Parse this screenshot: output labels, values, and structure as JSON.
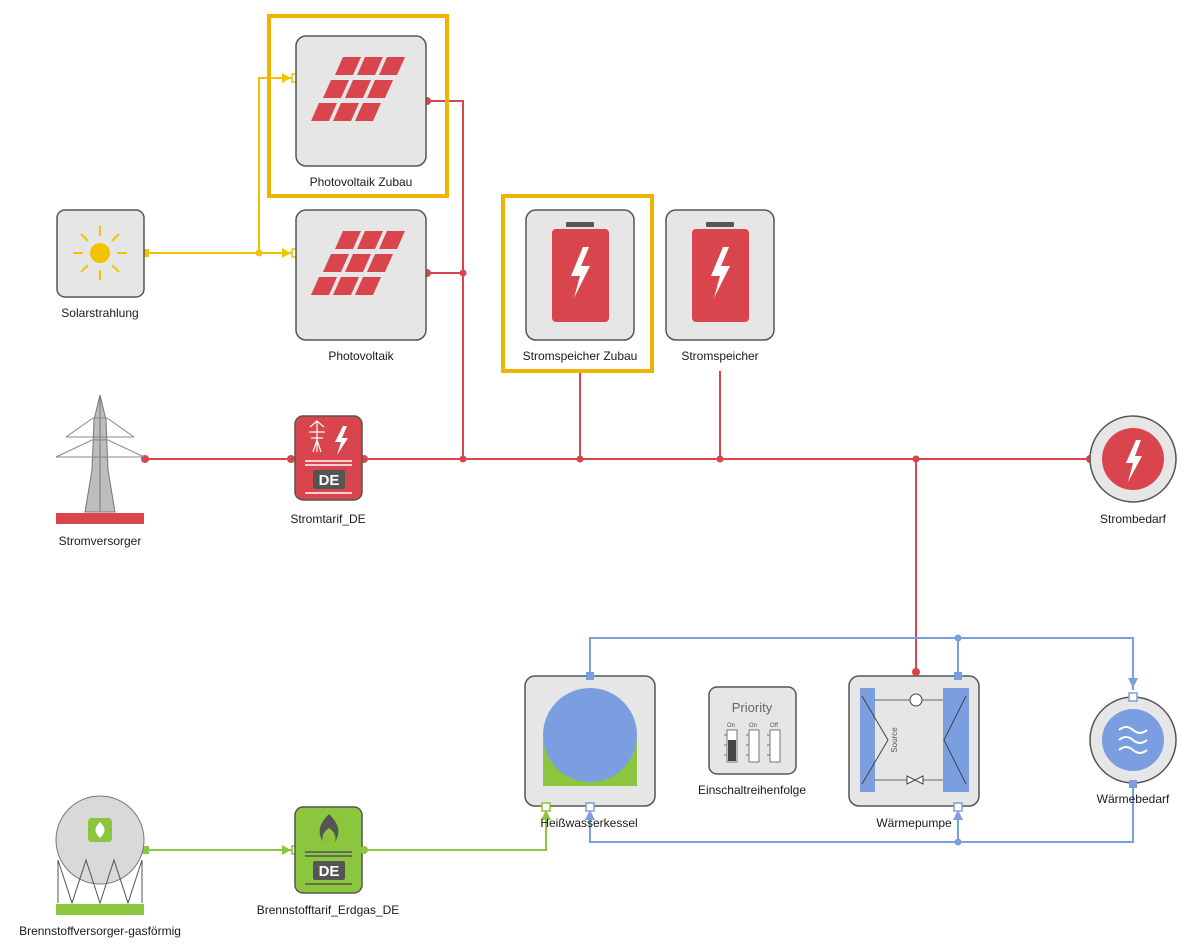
{
  "colors": {
    "electric": "#d9454c",
    "heat": "#7b9ee0",
    "solar": "#f3c300",
    "gas": "#8cc63f",
    "selection": "#f0b400",
    "node_fill": "#e6e6e6"
  },
  "nodes": {
    "solar": {
      "label": "Solarstrahlung",
      "icon": "sun-icon"
    },
    "pv_zubau": {
      "label": "Photovoltaik Zubau",
      "icon": "solar-panel-icon",
      "selected": true
    },
    "pv": {
      "label": "Photovoltaik",
      "icon": "solar-panel-icon"
    },
    "storage_zubau": {
      "label": "Stromspeicher Zubau",
      "icon": "battery-icon",
      "selected": true
    },
    "storage": {
      "label": "Stromspeicher",
      "icon": "battery-icon"
    },
    "grid_supplier": {
      "label": "Stromversorger",
      "icon": "power-pylon-icon"
    },
    "power_tariff": {
      "label": "Stromtarif_DE",
      "badge": "DE",
      "icon": "tariff-icon"
    },
    "power_demand": {
      "label": "Strombedarf",
      "icon": "lightning-icon"
    },
    "boiler": {
      "label": "Heißwasserkessel",
      "icon": "boiler-icon"
    },
    "priority": {
      "label": "Einschaltreihenfolge",
      "title": "Priority",
      "switches": [
        "On",
        "On",
        "Off"
      ]
    },
    "heat_pump": {
      "label": "Wärmepumpe",
      "source_label": "Source",
      "icon": "heat-pump-icon"
    },
    "heat_demand": {
      "label": "Wärmebedarf",
      "icon": "heat-wave-icon"
    },
    "gas_supplier": {
      "label": "Brennstoffversorger-gasförmig",
      "icon": "gas-tank-icon"
    },
    "gas_tariff": {
      "label": "Brennstofftarif_Erdgas_DE",
      "badge": "DE",
      "icon": "flame-tariff-icon"
    }
  }
}
